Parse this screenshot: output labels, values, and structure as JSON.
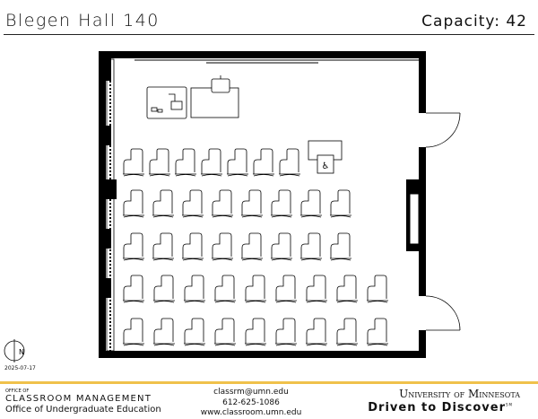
{
  "header": {
    "room_title": "Blegen Hall 140",
    "capacity": "Capacity: 42"
  },
  "plan": {
    "date": "2025-07-17",
    "north_label": "N",
    "seat_rows": [
      7,
      8,
      8,
      9,
      9
    ],
    "wheelchair_spaces": 1
  },
  "footer": {
    "office_of": "OFFICE OF",
    "dept": "CLASSROOM MANAGEMENT",
    "org": "Office of Undergraduate Education",
    "email": "classrm@umn.edu",
    "phone": "612-625-1086",
    "website": "www.classroom.umn.edu",
    "university": "University of Minnesota",
    "tagline": "Driven to Discover",
    "tagline_mark": "SM",
    "accent_color": "#f0c14b"
  }
}
